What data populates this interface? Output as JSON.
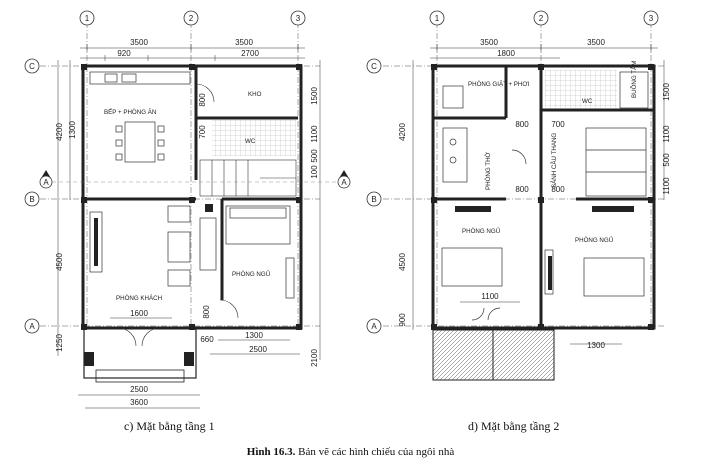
{
  "plans": [
    {
      "caption": "c) Mặt bằng tầng 1",
      "axes": {
        "cols": [
          "1",
          "2",
          "3"
        ],
        "rows": [
          "C",
          "B",
          "A"
        ]
      },
      "section": "A",
      "dims_top": [
        "3500",
        "3500",
        "920",
        "2700"
      ],
      "dims_left": [
        "4200",
        "1300",
        "4500",
        "1250"
      ],
      "dims_right": [
        "1500",
        "1100",
        "100",
        "500",
        "2100"
      ],
      "dims_bottom": [
        "1600",
        "1300",
        "2500",
        "2500",
        "3600"
      ],
      "dims_inner": [
        "800",
        "700",
        "800",
        "660"
      ],
      "rooms": {
        "kitchen": "BẾP + PHÒNG ĂN",
        "store": "KHO",
        "wc": "WC",
        "living": "PHÒNG KHÁCH",
        "bedroom": "PHÒNG NGỦ"
      }
    },
    {
      "caption": "d) Mặt bằng tầng 2",
      "axes": {
        "cols": [
          "1",
          "2",
          "3"
        ],
        "rows": [
          "C",
          "B",
          "A"
        ]
      },
      "dims_top": [
        "3500",
        "3500",
        "1800"
      ],
      "dims_left": [
        "4200",
        "4500",
        "900"
      ],
      "dims_right": [
        "1500",
        "1100",
        "500",
        "1100"
      ],
      "dims_bottom": [
        "1100",
        "1300"
      ],
      "dims_inner": [
        "800",
        "700",
        "800",
        "800"
      ],
      "rooms": {
        "laundry": "PHÒNG GIẶT + PHƠI",
        "wc": "WC",
        "bath": "BUỒNG TẮM",
        "worship": "PHÒNG THỜ",
        "stairhall": "SẢNH CẦU THANG",
        "bed1": "PHÒNG NGỦ",
        "bed2": "PHÒNG NGỦ"
      }
    }
  ],
  "figure": {
    "label": "Hình 16.3.",
    "text": "Bản vẽ các hình chiếu của ngôi nhà"
  }
}
